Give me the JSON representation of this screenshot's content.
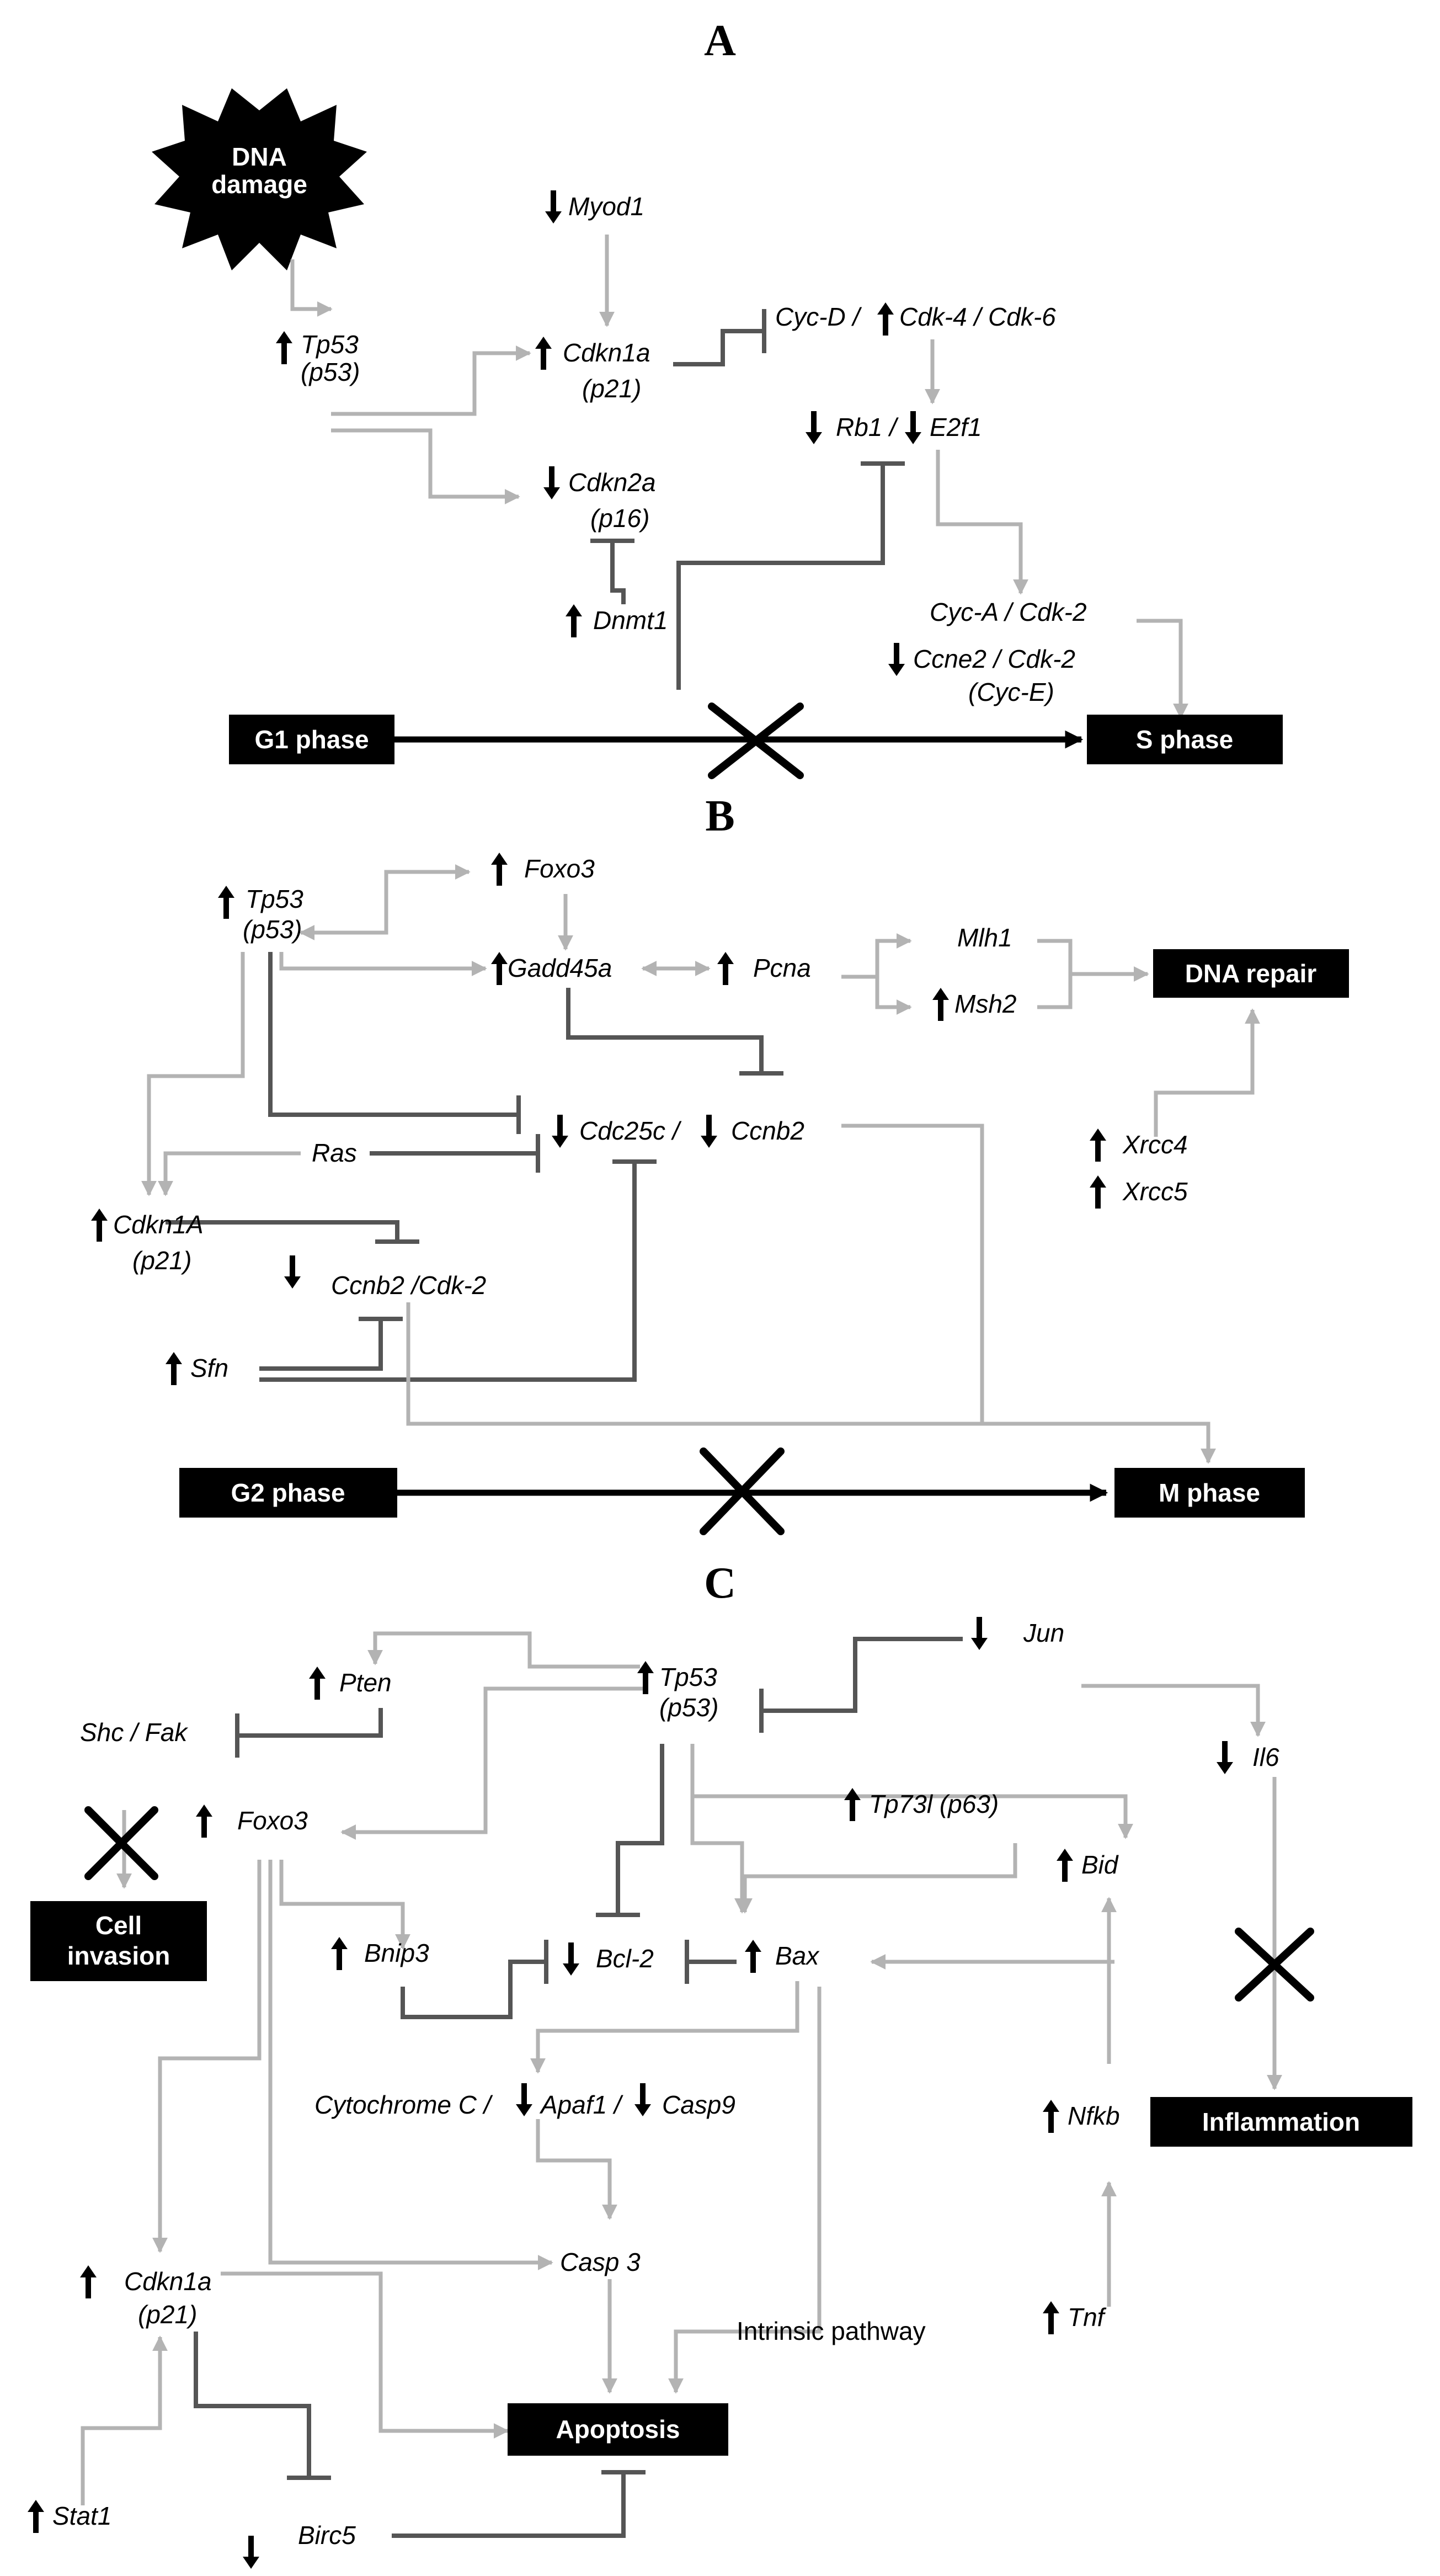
{
  "panels": {
    "A": {
      "label": "A",
      "dna_damage": [
        "DNA",
        "damage"
      ],
      "myod1": "Myod1",
      "tp53": [
        "Tp53",
        "(p53)"
      ],
      "cdkn1a": [
        "Cdkn1a",
        "(p21)"
      ],
      "cyc_d": "Cyc-D /",
      "cdk46": "Cdk-4 / Cdk-6",
      "rb1": "Rb1 /",
      "e2f1": "E2f1",
      "cdkn2a": [
        "Cdkn2a",
        "(p16)"
      ],
      "dnmt1": "Dnmt1",
      "cyc_a": "Cyc-A / Cdk-2",
      "ccne2": [
        "Ccne2 / Cdk-2",
        "(Cyc-E)"
      ],
      "g1_phase": "G1 phase",
      "s_phase": "S phase"
    },
    "B": {
      "label": "B",
      "tp53": [
        "Tp53",
        "(p53)"
      ],
      "foxo3": "Foxo3",
      "gadd45a": "Gadd45a",
      "pcna": "Pcna",
      "mlh1": "Mlh1",
      "msh2": "Msh2",
      "dna_repair": "DNA repair",
      "ras": "Ras",
      "cdc25c": "Cdc25c /",
      "ccnb2": "Ccnb2",
      "xrcc4": "Xrcc4",
      "xrcc5": "Xrcc5",
      "cdkn1a": [
        "Cdkn1A",
        "(p21)"
      ],
      "ccnb2_cdk2": "Ccnb2 /Cdk-2",
      "sfn": "Sfn",
      "g2_phase": "G2 phase",
      "m_phase": "M phase"
    },
    "C": {
      "label": "C",
      "pten": "Pten",
      "tp53": [
        "Tp53",
        "(p53)"
      ],
      "jun": "Jun",
      "shc_fak": "Shc / Fak",
      "foxo3": "Foxo3",
      "il6": "Il6",
      "tp73l": "Tp73l (p63)",
      "bid": "Bid",
      "cell_invasion": [
        "Cell",
        "invasion"
      ],
      "bnip3": "Bnip3",
      "bcl2": "Bcl-2",
      "bax": "Bax",
      "inflammation": "Inflammation",
      "cytochrome_c": "Cytochrome C /",
      "apaf1": "Apaf1 /",
      "casp9": "Casp9",
      "nfkb": "Nfkb",
      "casp3": "Casp 3",
      "cdkn1a": [
        "Cdkn1a",
        "(p21)"
      ],
      "intrinsic": "Intrinsic pathway",
      "tnf": "Tnf",
      "apoptosis": "Apoptosis",
      "stat1": "Stat1",
      "birc5": "Birc5"
    }
  },
  "colors": {
    "activation": "#b3b3b3",
    "inhibition": "#555555",
    "main_axis": "#000000",
    "box_fill": "#000000",
    "box_text": "#ffffff"
  },
  "markers": {
    "up": "up-arrow-icon",
    "down": "down-arrow-icon",
    "block": "cross-icon"
  }
}
